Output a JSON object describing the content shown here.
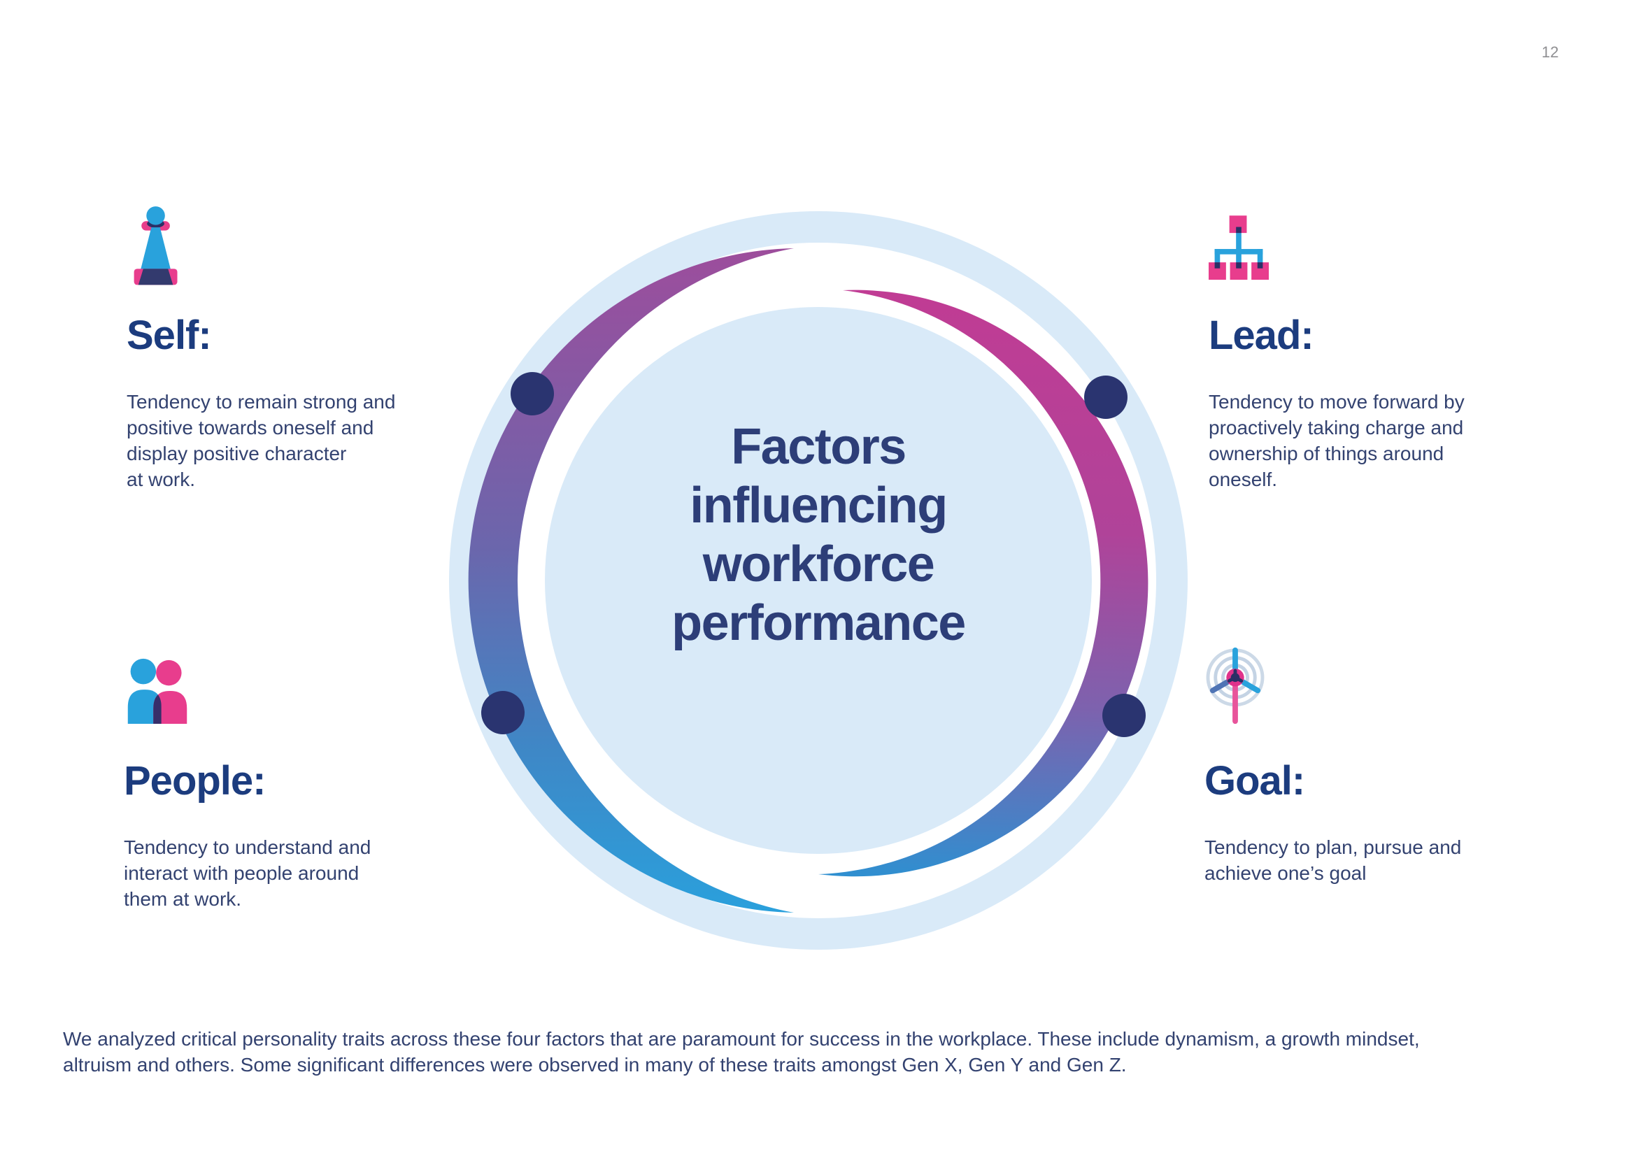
{
  "page": {
    "number": "12"
  },
  "center": {
    "title_lines": [
      "Factors",
      "influencing",
      "workforce",
      "performance"
    ]
  },
  "sections": [
    {
      "id": "self",
      "label": "Self:",
      "icon": "chess-pawn-icon",
      "body_lines": [
        "Tendency to remain strong and",
        "positive towards oneself and",
        "display positive character",
        "at work."
      ]
    },
    {
      "id": "lead",
      "label": "Lead:",
      "icon": "org-chart-icon",
      "body_lines": [
        "Tendency to move forward by",
        "proactively taking charge and",
        "ownership of things around",
        "oneself."
      ]
    },
    {
      "id": "people",
      "label": "People:",
      "icon": "two-people-icon",
      "body_lines": [
        "Tendency to understand and",
        "interact with people around",
        "them at work."
      ]
    },
    {
      "id": "goal",
      "label": "Goal:",
      "icon": "target-dart-icon",
      "body_lines": [
        "Tendency to plan, pursue and",
        "achieve one’s goal"
      ]
    }
  ],
  "footer": {
    "lines": [
      "We analyzed critical personality traits across these four factors that are paramount for success in the workplace. These include dynamism, a growth mindset,",
      "altruism and others. Some significant differences were observed in many of these traits amongst Gen X, Gen Y and Gen Z."
    ]
  },
  "colors": {
    "heading_navy": "#1c3c7e",
    "body_navy": "#334270",
    "title_navy": "#2d3e78",
    "icon_blue": "#29a2dc",
    "icon_pink": "#e83d8d",
    "icon_dark_navy": "#2b2f66",
    "dot_navy": "#2a3470",
    "pale_blue": "#d9eaf8",
    "ring_gray_blue": "#c9d7e6",
    "crescent_magenta": "#c03c94",
    "crescent_purple": "#8e57a6",
    "crescent_blue": "#2aa0dc",
    "page_number_gray": "#8f8f92"
  }
}
